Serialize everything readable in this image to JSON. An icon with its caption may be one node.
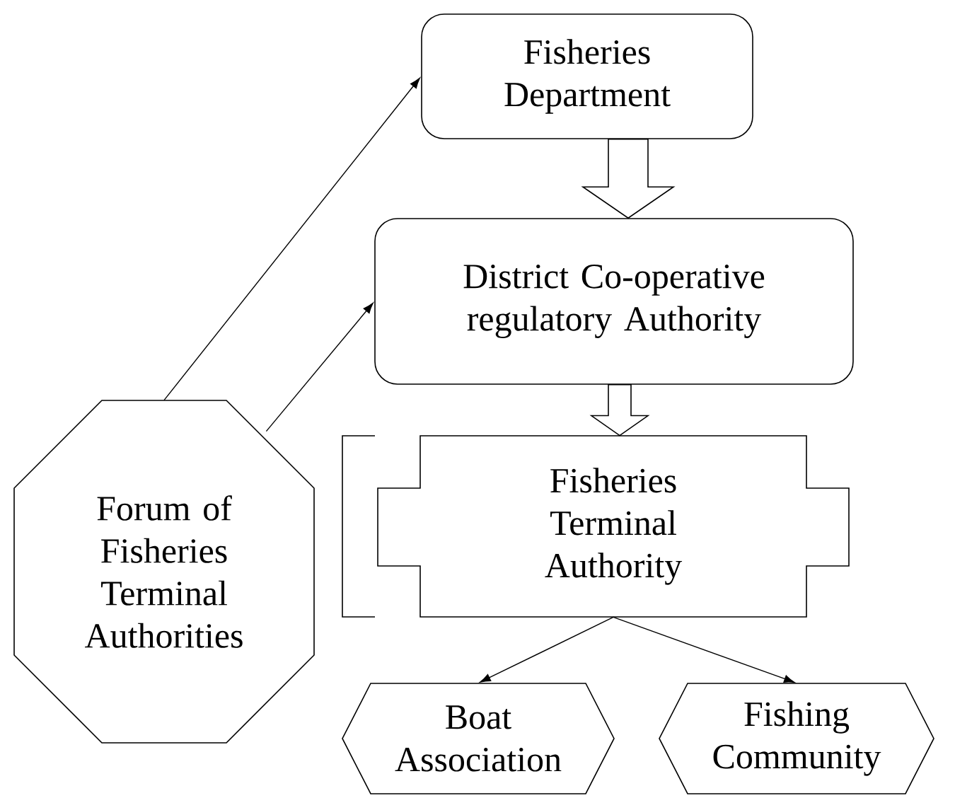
{
  "diagram": {
    "nodes": [
      {
        "text": [
          "Fisheries Department"
        ]
      },
      {
        "text": [
          "District Co-operative regulatory Authority"
        ]
      },
      {
        "text": [
          "Forum of Fisheries Terminal Authorities"
        ]
      },
      {
        "text": [
          "Fisheries Terminal Authority"
        ]
      },
      {
        "text": [
          "Boat Association"
        ]
      },
      {
        "text": [
          "Fishing Community"
        ]
      }
    ],
    "edges": [
      {
        "from": 2,
        "to": 0,
        "arrow": "to"
      },
      {
        "from": 2,
        "to": 1,
        "arrow": "to"
      },
      {
        "from": 0,
        "to": 1,
        "arrow": "to",
        "style": "thick"
      },
      {
        "from": 1,
        "to": 3,
        "arrow": "to",
        "style": "thick"
      },
      {
        "from": 3,
        "to": 4,
        "arrow": "to"
      },
      {
        "from": 3,
        "to": 5,
        "arrow": "to"
      }
    ]
  }
}
